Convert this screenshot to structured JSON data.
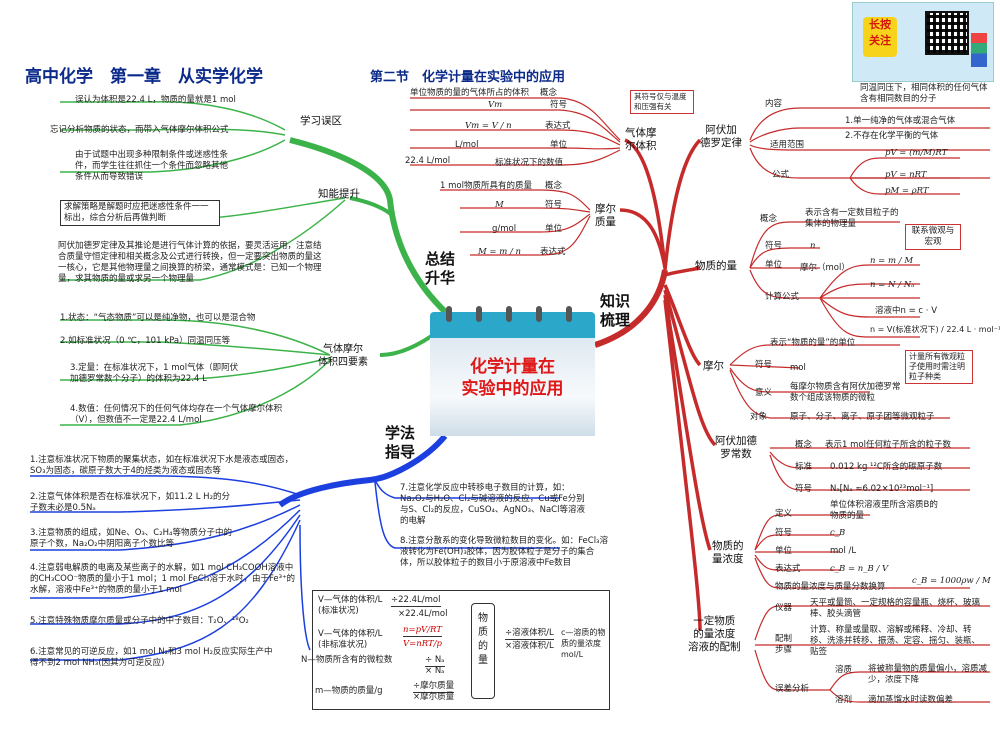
{
  "title": "高中化学　第一章　从实学化学",
  "subtitle": "第二节　化学计量在实验中的应用",
  "center": {
    "line1": "化学计量在",
    "line2": "实验中的应用"
  },
  "ad_badge": "长按\n关注",
  "branches": {
    "zsl": "知识\n梳理",
    "zjsh": "总结\n升华",
    "xfzd": "学法\n指导",
    "zntx": "知能提升",
    "xxwq": "学习误区",
    "qtmr4": "气体摩尔\n体积四要素"
  },
  "xxwq_items": [
    "误认为体积是22.4 L，物质的量就是1 mol",
    "忘记分析物质的状态，而带入气体摩尔体积公式",
    "由于试题中出现多种限制条件或迷惑性条件，而学生往往抓住一个条件而忽略其他条件从而导致错误"
  ],
  "zntx_items": [
    "求解策略是解题时应把迷惑性条件一一标出，综合分析后再做判断",
    "阿伏加德罗定律及其推论是进行气体计算的依据，要灵活运用，注意结合质量守恒定律和相关概念及公式进行转换，但一定要突出物质的量这一核心，它是其他物理量之间换算的桥梁，通常模式是：已知一个物理量，求其物质的量或求另一个物理量"
  ],
  "qtmr4_items": [
    "1.状态：“气态物质”可以是纯净物，也可以是混合物",
    "2.如标准状况（0 ℃，101 kPa）同温同压等",
    "3.定量：在标准状况下，1 mol气体（即阿伏加德罗常数个分子）的体积为22.4 L",
    "4.数值：任何情况下的任何气体均存在一个气体摩尔体积（V），但数值不一定是22.4 L/mol"
  ],
  "xfzd_items": [
    "1.注意标准状况下物质的聚集状态，如在标准状况下水是液态或固态，SO₃为固态，碳原子数大于4的烃类为液态或固态等",
    "2.注意气体体积是否在标准状况下，如11.2 L H₂的分子数未必是0.5Nₐ",
    "3.注意物质的组成，如Ne、O₃、C₂H₄等物质分子中的原子个数，Na₂O₂中阴阳离子个数比等",
    "4.注意弱电解质的电离及某些离子的水解，如1 mol CH₃COOH溶液中的CH₃COO⁻物质的量小于1 mol；1 mol FeCl₃溶于水时，由于Fe³⁺的水解，溶液中Fe³⁺的物质的量小于1 mol",
    "5.注意特殊物质摩尔质量或分子中的中子数目：T₂O、¹⁸O₂",
    "6.注意常见的可逆反应，如1 mol N₂和3 mol H₂反应实际生产中得不到2 mol NH₃(因其为可逆反应)",
    "7.注意化学反应中转移电子数目的计算，如：Na₂O₂与H₂O、Cl₂与碱溶液的反应，Cu或Fe分别与S、Cl₂的反应，CuSO₄、AgNO₃、NaCl等溶液的电解",
    "8.注意分散系的变化导致微粒数目的变化。如：FeCl₃溶液转化为Fe(OH)₃胶体，因为胶体粒子是分子的集合体，所以胶体粒子的数目小于原溶液中Fe数目"
  ],
  "qtmrtj": {
    "label": "气体摩\n尔体积",
    "note": "其符号仅与温度和压强有关",
    "rows": [
      {
        "k": "概念",
        "v": "单位物质的量的气体所占的体积"
      },
      {
        "k": "符号",
        "v": "Vm"
      },
      {
        "k": "表达式",
        "v": "Vm = V / n"
      },
      {
        "k": "单位",
        "v": "L/mol"
      },
      {
        "k": "标准状况下的数值",
        "v": "22.4 L/mol"
      }
    ]
  },
  "mezl": {
    "label": "摩尔\n质量",
    "rows": [
      {
        "k": "概念",
        "v": "1 mol物质所具有的质量"
      },
      {
        "k": "符号",
        "v": "M"
      },
      {
        "k": "单位",
        "v": "g/mol"
      },
      {
        "k": "表达式",
        "v": "M = m / n"
      }
    ]
  },
  "afjdlo": {
    "label": "阿伏加\n德罗定律",
    "nr": "内容",
    "nr_v": "同温同压下，相同体积的任何气体含有相同数目的分子",
    "syfw": "适用范围",
    "syfw_1": "1.单一纯净的气体或混合气体",
    "syfw_2": "2.不存在化学平衡的气体",
    "gs": "公式",
    "gs_1": "pV = (m/M)RT",
    "gs_2": "pV = nRT",
    "gs_3": "pM = ρRT"
  },
  "wzdl": {
    "label": "物质的量",
    "gn": "概念",
    "gn_v": "表示含有一定数目粒子的集体的物理量",
    "gn_note": "联系微观与宏观",
    "fh": "符号",
    "fh_v": "n",
    "dw": "单位",
    "dw_v": "摩尔（mol）",
    "jsgs": "计算公式",
    "f1": "n = m / M",
    "f2": "n = N / Nₐ",
    "f3": "溶液中n = c · V",
    "f4": "n = V(标准状况下) / 22.4 L · mol⁻¹"
  },
  "moer": {
    "label": "摩尔",
    "top": "表示“物质的量”的单位",
    "fh": "符号",
    "fh_v": "mol",
    "yy": "意义",
    "yy_v": "每摩尔物质含有阿伏加德罗常数个组成该物质的微粒",
    "yy_note": "计量所有微观粒子使用时需注明粒子种类",
    "dx": "对象",
    "dx_v": "原子、分子、离子、原子团等微观粒子"
  },
  "afjdlocs": {
    "label": "阿伏加德\n罗常数",
    "gn": "概念",
    "gn_v": "表示1 mol任何粒子所含的粒子数",
    "bz": "标准",
    "bz_v": "0.012 kg ¹²C所含的碳原子数",
    "fh": "符号",
    "fh_v": "Nₐ[Nₐ ≈6.02×10²³mol⁻¹]"
  },
  "wzdlnd": {
    "label": "物质的\n量浓度",
    "dy": "定义",
    "dy_v": "单位体积溶液里所含溶质B的物质的量",
    "fh": "符号",
    "fh_v": "c_B",
    "dw": "单位",
    "dw_v": "mol /L",
    "bds": "表达式",
    "bds_v": "c_B = n_B / V",
    "gx": "物质的量浓度与质量分数换算",
    "gx_v": "c_B = 1000ρw / M"
  },
  "pz": {
    "label": "一定物质\n的量浓度\n溶液的配制",
    "yq": "仪器",
    "yq_v": "天平或量筒、一定规格的容量瓶、烧杯、玻璃棒、胶头滴管",
    "pzbz": "配制\n步骤",
    "pzbz_v": "计算、称量或量取、溶解或稀释、冷却、转移、洗涤并转移、振荡、定容、摇匀、装瓶、贴签",
    "wcfx": "误差分析",
    "rz": "溶质",
    "rz_v": "将被称量物的质量偏小，溶质减少，浓度下降",
    "rj": "溶剂",
    "rj_v": "滴加蒸馏水时读数偏差"
  },
  "relation": {
    "center": "物\n质\n的\n量",
    "v_std": "V—气体的体积/L\n(标准状况)",
    "v_nstd": "V—气体的体积/L\n(非标准状况)",
    "N": "N—物质所含有的微粒数",
    "m": "m—物质的质量/g",
    "op1a": "÷22.4L/mol",
    "op1b": "×22.4L/mol",
    "op2a": "n=pV/RT",
    "op2b": "V=nRT/p",
    "op3a": "÷ Nₐ",
    "op3b": "× Nₐ",
    "op4a": "÷摩尔质量",
    "op4b": "×摩尔质量",
    "op5a": "÷溶液体积/L",
    "op5b": "×溶液体积/L",
    "c": "c—溶质的物质的量浓度mol/L"
  }
}
